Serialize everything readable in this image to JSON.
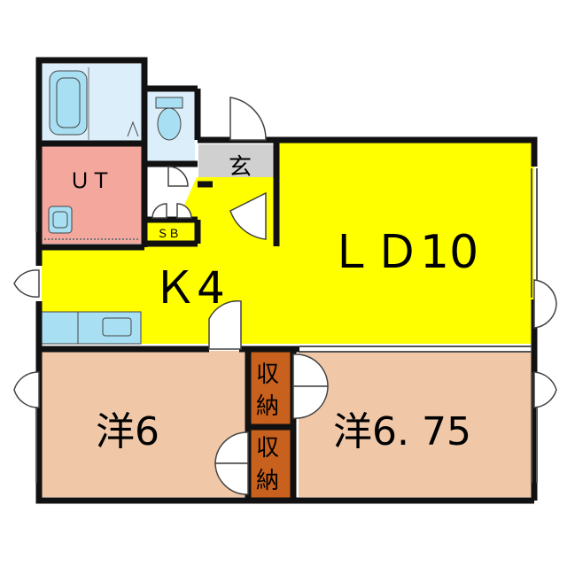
{
  "rooms": {
    "ut": "ＵＴ",
    "sb": "ＳＢ",
    "entrance": "玄",
    "ld": "ＬＤ10",
    "kitchen": "Ｋ4",
    "western_a": "洋6",
    "western_b": "洋6. 75",
    "storage_1": [
      "収",
      "納"
    ],
    "storage_2": [
      "収",
      "納"
    ]
  },
  "colors": {
    "yellow_room": "#ffff00",
    "pink_room": "#f4a79d",
    "tan_room": "#f0c8a8",
    "bath_blue": "#dceefa",
    "fixture_blue": "#a8dff2",
    "storage": "#c8601e",
    "entry_gray": "#d0d0d0",
    "wall": "#111111"
  }
}
